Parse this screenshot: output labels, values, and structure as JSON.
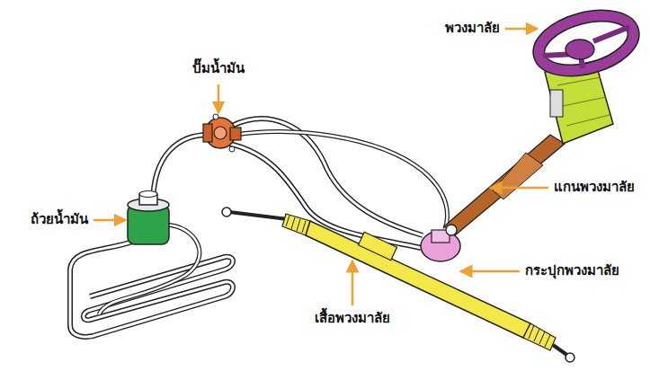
{
  "diagram": {
    "labels": [
      "พวงมาลัย",
      "ปั๊มน้ำมัน",
      "แกนพวงมาลัย",
      "ถ้วยน้ำมัน",
      "กระปุกพวงมาลัย",
      "เสื้อพวงมาลัย"
    ]
  }
}
